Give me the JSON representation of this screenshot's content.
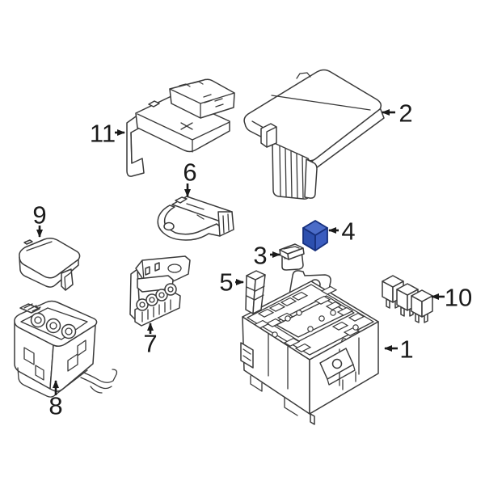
{
  "diagram": {
    "type": "exploded-parts-diagram",
    "background_color": "#ffffff",
    "line_color": "#3a3a3a",
    "callout_color": "#1a1a1a",
    "highlight": {
      "part_label": "4",
      "top": "#4b6cc8",
      "left": "#2c4fae",
      "right": "#3a5cbf",
      "outline": "#17307d"
    },
    "parts": [
      {
        "label": "1",
        "name": "main-fuse-relay-box",
        "highlighted": false
      },
      {
        "label": "2",
        "name": "fuse-box-upper-cover",
        "highlighted": false
      },
      {
        "label": "3",
        "name": "mini-fuse",
        "highlighted": false
      },
      {
        "label": "4",
        "name": "relay",
        "highlighted": true
      },
      {
        "label": "5",
        "name": "fusible-link",
        "highlighted": false
      },
      {
        "label": "6",
        "name": "mounting-bracket",
        "highlighted": false
      },
      {
        "label": "7",
        "name": "side-bracket",
        "highlighted": false
      },
      {
        "label": "8",
        "name": "auxiliary-fuse-box",
        "highlighted": false
      },
      {
        "label": "9",
        "name": "auxiliary-box-cover",
        "highlighted": false
      },
      {
        "label": "10",
        "name": "micro-relay-set",
        "highlighted": false
      },
      {
        "label": "11",
        "name": "fuse-box-side-cover",
        "highlighted": false
      }
    ]
  }
}
